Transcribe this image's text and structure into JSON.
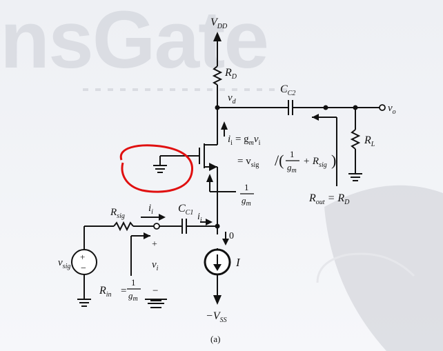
{
  "watermark": {
    "text": "nsGate"
  },
  "labels": {
    "vdd": "V",
    "vdd_sub": "DD",
    "rd": "R",
    "rd_sub": "D",
    "vd": "v",
    "vd_sub": "d",
    "cc2": "C",
    "cc2_sub": "C2",
    "vo": "v",
    "vo_sub": "o",
    "rl": "R",
    "rl_sub": "L",
    "id_eq_lhs": "i",
    "id_eq_lhs_sub": "i",
    "id_eq_rhs": "= g",
    "id_eq_rhs_sub": "m",
    "id_eq_rhs_tail": "v",
    "id_eq_rhs_tail_sub": "i",
    "eq2_lhs": "= v",
    "eq2_lhs_sub": "sig",
    "eq2_frac_num": "1",
    "eq2_frac_den": "g",
    "eq2_frac_den_sub": "m",
    "eq2_plus": "+ R",
    "eq2_plus_sub": "sig",
    "src_frac_num": "1",
    "src_frac_den": "g",
    "src_frac_den_sub": "m",
    "rout": "R",
    "rout_sub": "out",
    "rout_eq": "= R",
    "rout_eq_sub": "D",
    "rsig": "R",
    "rsig_sub": "sig",
    "ii_in": "i",
    "ii_in_sub": "i",
    "cc1": "C",
    "cc1_sub": "C1",
    "ii_cap": "i",
    "ii_cap_sub": "i",
    "zero": "0",
    "plus": "+",
    "vi": "v",
    "vi_sub": "i",
    "minus": "−",
    "vsig": "v",
    "vsig_sub": "sig",
    "src_plus": "+",
    "src_minus": "−",
    "rin": "R",
    "rin_sub": "in",
    "rin_eq": "=",
    "rin_frac_num": "1",
    "rin_frac_den": "g",
    "rin_frac_den_sub": "m",
    "current_i": "I",
    "vss": "−V",
    "vss_sub": "SS",
    "caption": "(a)"
  },
  "colors": {
    "wire": "#111111",
    "annotation": "#e01010",
    "watermark": "#c9ccd3"
  }
}
